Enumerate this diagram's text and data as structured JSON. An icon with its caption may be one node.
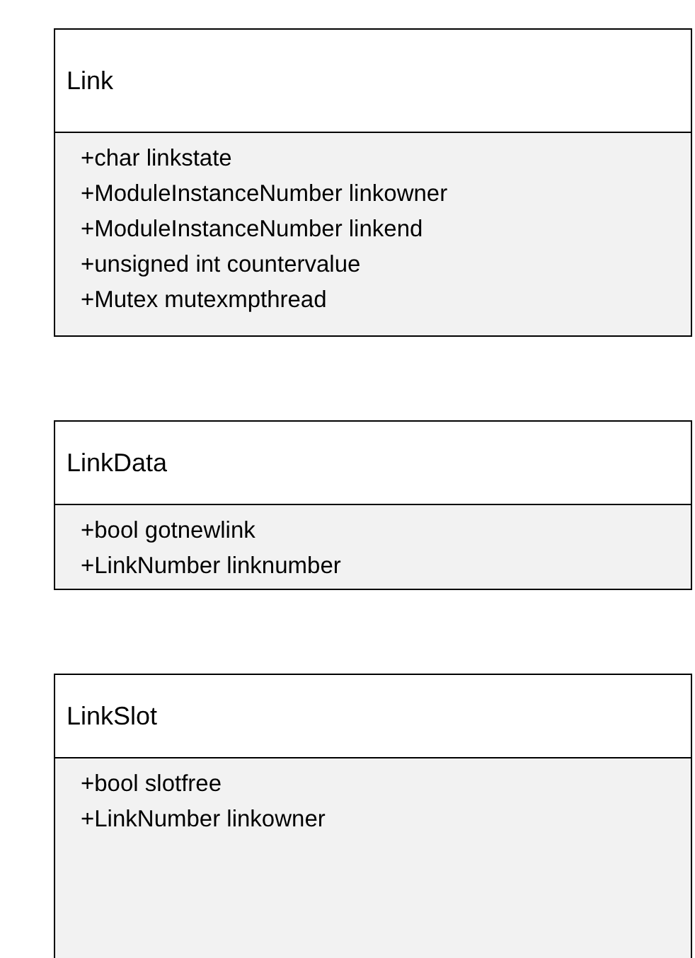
{
  "diagram": {
    "nodes": [
      {
        "text": [
          "Link",
          "+char linkstate",
          "+ModuleInstanceNumber linkowner",
          "+ModuleInstanceNumber linkend",
          "+unsigned int countervalue",
          "+Mutex mutexmpthread"
        ]
      },
      {
        "text": [
          "LinkData",
          "+bool gotnewlink",
          "+LinkNumber linknumber"
        ]
      },
      {
        "text": [
          "LinkSlot",
          "+bool slotfree",
          "+LinkNumber linkowner"
        ]
      }
    ]
  }
}
